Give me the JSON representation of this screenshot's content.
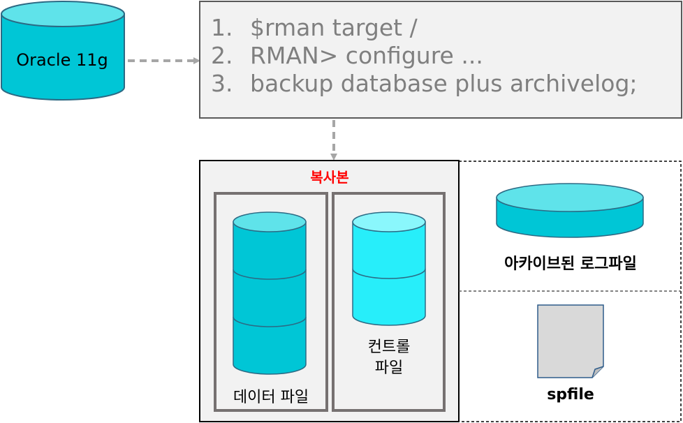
{
  "source_db": {
    "label": "Oracle 11g"
  },
  "commands": [
    {
      "num": "1.",
      "text": "$rman target /"
    },
    {
      "num": "2.",
      "text": "RMAN> configure ..."
    },
    {
      "num": "3.",
      "text": "backup database plus archivelog;"
    }
  ],
  "backup": {
    "title": "복사본",
    "datafile_label": "데이터 파일",
    "controlfile_label": "컨트롤\n파일",
    "archivelog_label": "아카이브된 로그파일",
    "spfile_label": "spfile"
  },
  "colors": {
    "cyan_body": "#00c6d6",
    "cyan_top": "#5fe3ea",
    "bright_cyan_body": "#27eefa",
    "bright_cyan_top": "#8af7fc",
    "box_fill": "#f2f2f2",
    "arrow": "#a6a6a6",
    "title_red": "#ff0000"
  }
}
